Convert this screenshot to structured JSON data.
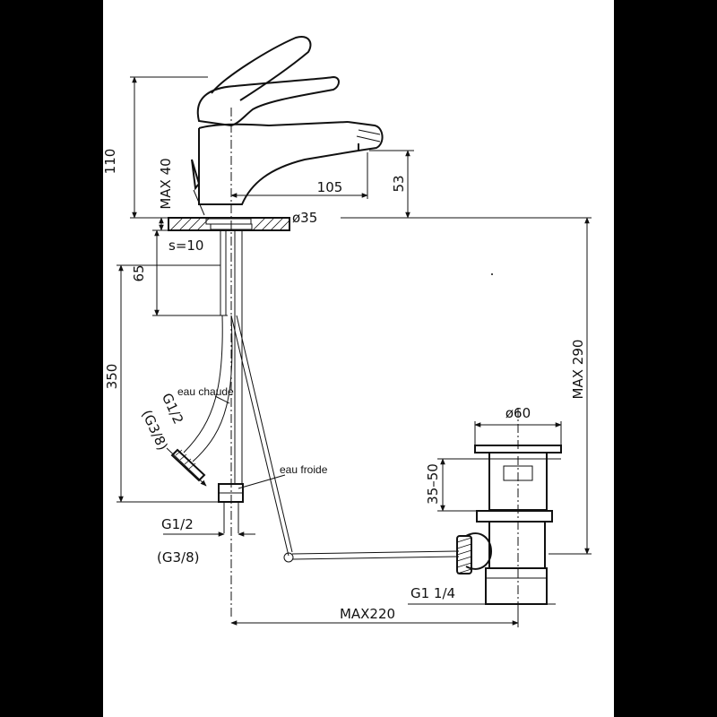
{
  "dimensions": {
    "height_110": "110",
    "max_40": "MAX 40",
    "reach_105": "105",
    "spout_53": "53",
    "hole_35": "ø35",
    "thickness_s10": "s=10",
    "tail_65": "65",
    "hose_350": "350",
    "max_290": "MAX 290",
    "waste_60": "ø60",
    "range_35_50": "35–50",
    "thread_g12_hose": "G1/2",
    "thread_g38_hose": "(G3/8)",
    "thread_g12_bottom": "G1/2",
    "thread_g38_bottom": "(G3/8)",
    "thread_g1_14": "G1  1/4",
    "max_220": "MAX220"
  },
  "labels": {
    "hot_water": "eau chaude",
    "cold_water": "eau froide"
  }
}
